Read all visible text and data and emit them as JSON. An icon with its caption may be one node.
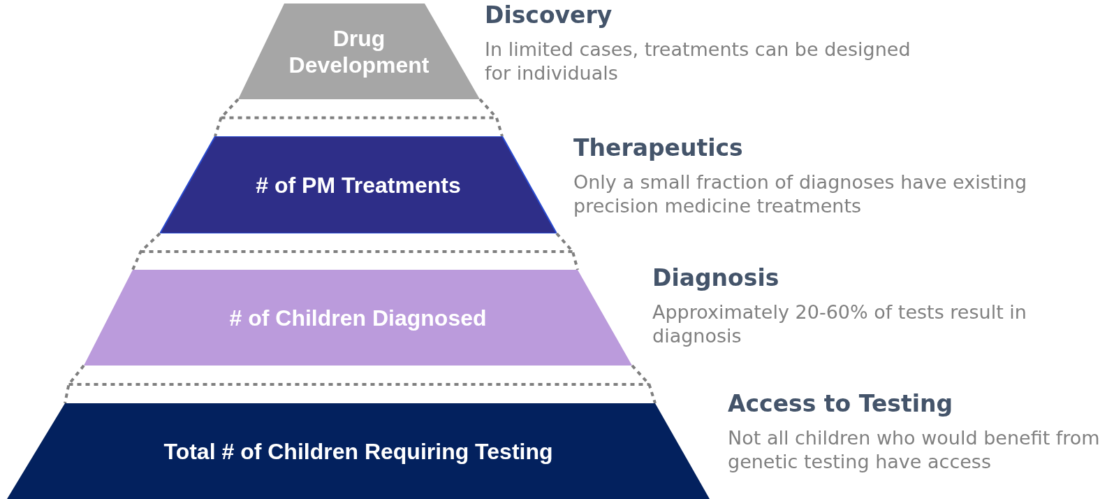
{
  "diagram": {
    "nodes": [
      {
        "text": [
          "Drug Development"
        ],
        "beside": [
          "Discovery",
          "In limited cases, treatments can be designed for individuals"
        ]
      },
      {
        "text": [
          "# of PM Treatments"
        ],
        "beside": [
          "Therapeutics",
          "Only a small fraction of diagnoses have existing precision medicine treatments"
        ]
      },
      {
        "text": [
          "# of Children Diagnosed"
        ],
        "beside": [
          "Diagnosis",
          "Approximately 20-60% of tests result in diagnosis"
        ]
      },
      {
        "text": [
          "Total # of Children Requiring Testing"
        ],
        "beside": [
          "Access to Testing",
          "Not all children who would benefit from genetic testing have access"
        ]
      }
    ],
    "edges": []
  }
}
